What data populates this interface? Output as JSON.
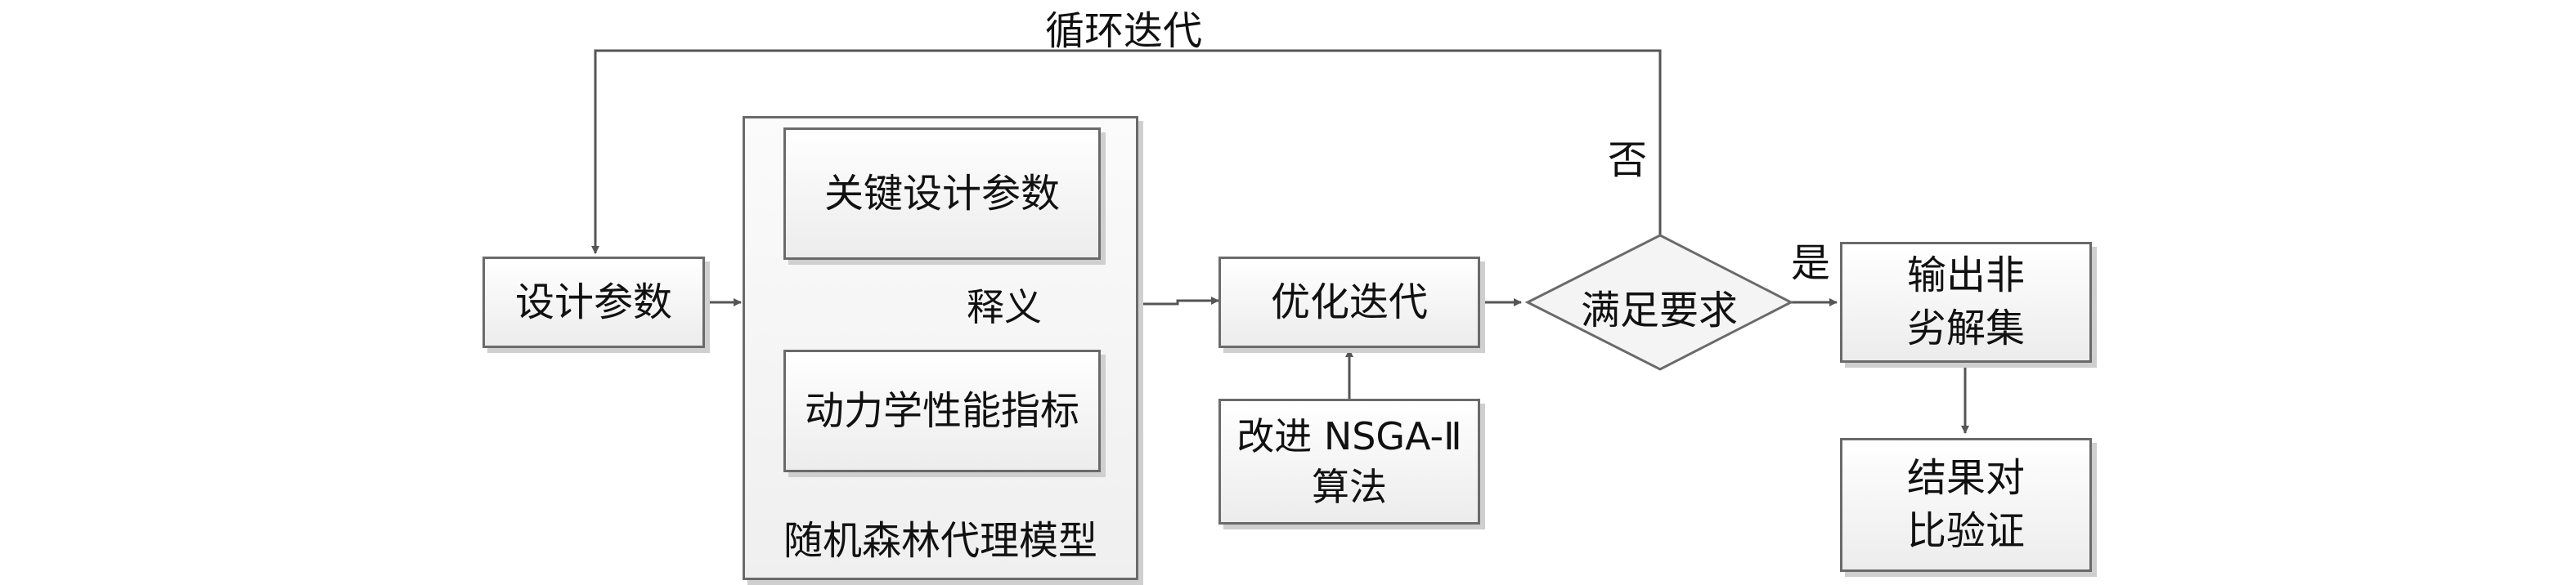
{
  "diagram": {
    "nodes": {
      "design_params": "设计参数",
      "key_design_params": "关键设计参数",
      "interpretation": "释义",
      "dynamics_indicators": "动力学性能指标",
      "rf_surrogate_model": "随机森林代理模型",
      "optimization_iteration": "优化迭代",
      "improved_nsga_line1": "改进 NSGA-Ⅱ",
      "improved_nsga_line2": "算法",
      "meets_requirements": "满足要求",
      "output_line1": "输出非",
      "output_line2": "劣解集",
      "compare_line1": "结果对",
      "compare_line2": "比验证"
    },
    "edge_labels": {
      "loop": "循环迭代",
      "no": "否",
      "yes": "是"
    }
  }
}
